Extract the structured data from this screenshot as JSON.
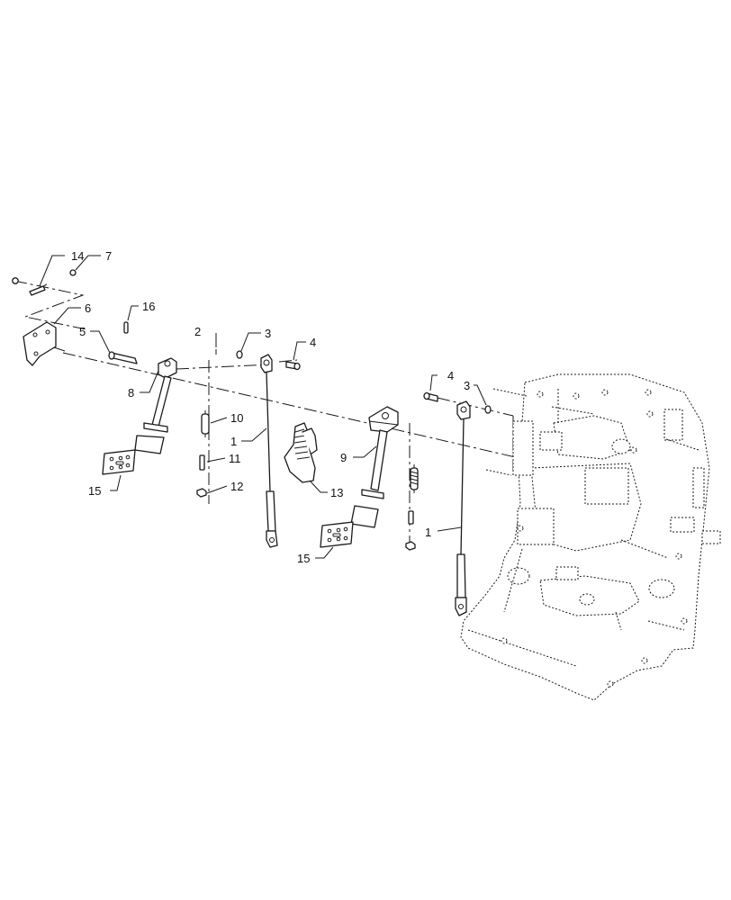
{
  "diagram": {
    "callouts": [
      {
        "id": "c14",
        "text": "14"
      },
      {
        "id": "c7",
        "text": "7"
      },
      {
        "id": "c6",
        "text": "6"
      },
      {
        "id": "c16",
        "text": "16"
      },
      {
        "id": "c5",
        "text": "5"
      },
      {
        "id": "c2",
        "text": "2"
      },
      {
        "id": "c3a",
        "text": "3"
      },
      {
        "id": "c4a",
        "text": "4"
      },
      {
        "id": "c8",
        "text": "8"
      },
      {
        "id": "c10",
        "text": "10"
      },
      {
        "id": "c1a",
        "text": "1"
      },
      {
        "id": "c11",
        "text": "11"
      },
      {
        "id": "c12",
        "text": "12"
      },
      {
        "id": "c15a",
        "text": "15"
      },
      {
        "id": "c13",
        "text": "13"
      },
      {
        "id": "c9",
        "text": "9"
      },
      {
        "id": "c15b",
        "text": "15"
      },
      {
        "id": "c4b",
        "text": "4"
      },
      {
        "id": "c3b",
        "text": "3"
      },
      {
        "id": "c1b",
        "text": "1"
      }
    ]
  }
}
